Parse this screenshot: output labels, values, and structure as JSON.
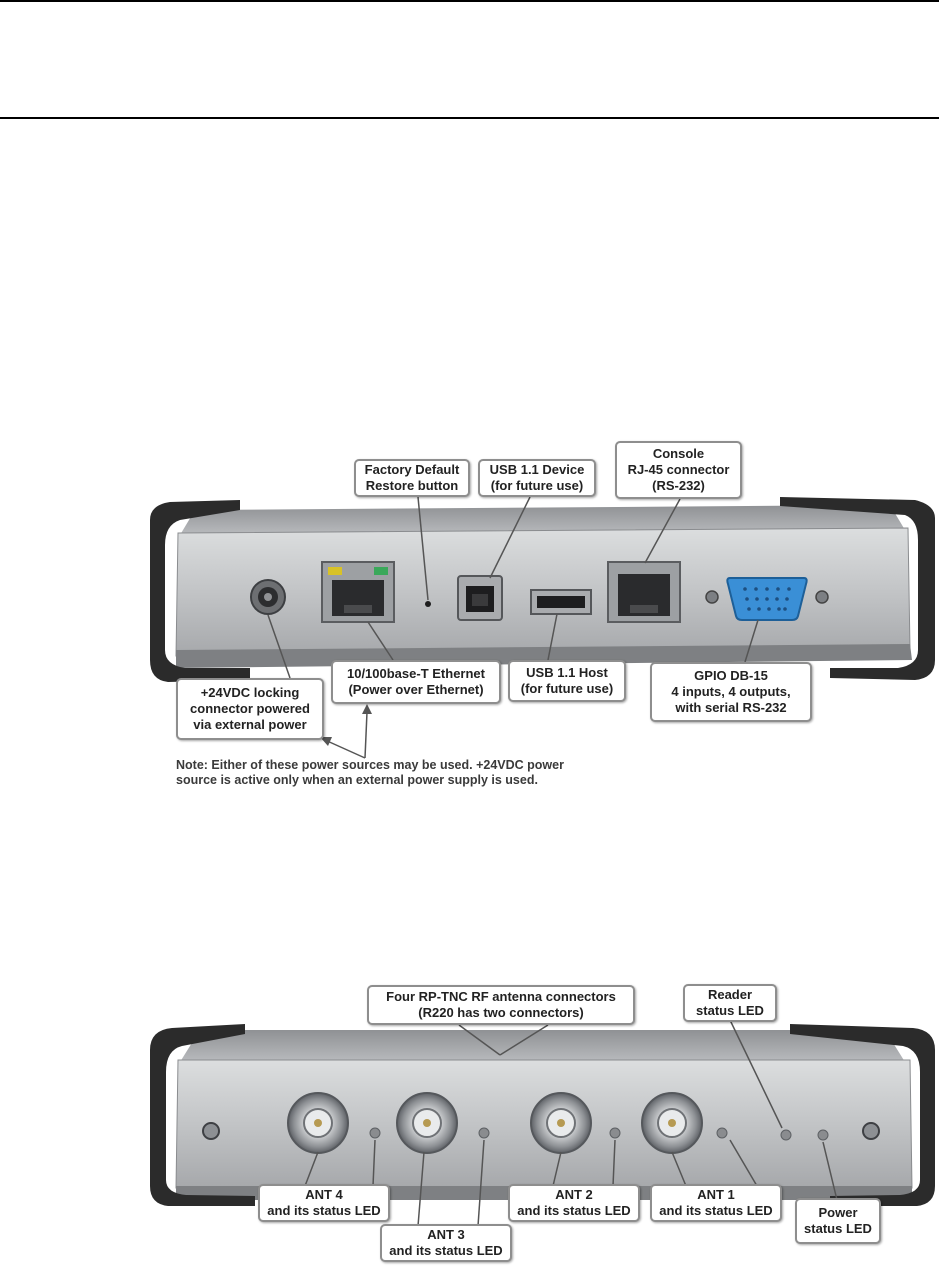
{
  "figure1": {
    "factory_default": [
      "Factory Default",
      "Restore button"
    ],
    "usb_device": [
      "USB 1.1 Device",
      "(for future use)"
    ],
    "console": [
      "Console",
      "RJ-45 connector",
      "(RS-232)"
    ],
    "power_connector": [
      "+24VDC locking",
      "connector powered",
      "via external power"
    ],
    "ethernet": [
      "10/100base-T Ethernet",
      "(Power over Ethernet)"
    ],
    "usb_host": [
      "USB 1.1 Host",
      "(for future use)"
    ],
    "gpio": [
      "GPIO DB-15",
      "4 inputs, 4 outputs,",
      "with serial RS-232"
    ],
    "note": [
      "Note: Either of these power sources may be used. +24VDC power",
      "source is active only when an external power supply is used."
    ]
  },
  "figure2": {
    "antenna_connectors": [
      "Four RP-TNC RF antenna connectors",
      "(R220 has two connectors)"
    ],
    "reader_led": [
      "Reader",
      "status LED"
    ],
    "ant4": [
      "ANT 4",
      "and its status LED"
    ],
    "ant3": [
      "ANT 3",
      "and its status LED"
    ],
    "ant2": [
      "ANT 2",
      "and its status LED"
    ],
    "ant1": [
      "ANT 1",
      "and its status LED"
    ],
    "power_led": [
      "Power",
      "status LED"
    ]
  },
  "colors": {
    "panel_light": "#c9cbcd",
    "panel_dark": "#9a9c9f",
    "bracket": "#2b2b2b",
    "dsub_blue": "#3a8fd6",
    "callout_border": "#8e8e8e"
  }
}
